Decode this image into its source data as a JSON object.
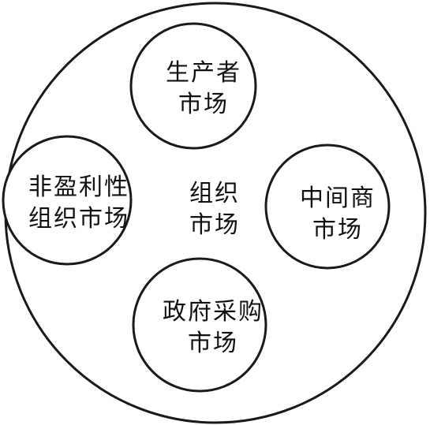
{
  "diagram": {
    "center": {
      "line1": "组织",
      "line2": "市场"
    },
    "segments": [
      {
        "key": "producer",
        "line1": "生产者",
        "line2": "市场"
      },
      {
        "key": "reseller",
        "line1": "中间商",
        "line2": "市场"
      },
      {
        "key": "government",
        "line1": "政府采购",
        "line2": "市场"
      },
      {
        "key": "nonprofit",
        "line1": "非盈利性",
        "line2": "组织市场"
      }
    ]
  }
}
